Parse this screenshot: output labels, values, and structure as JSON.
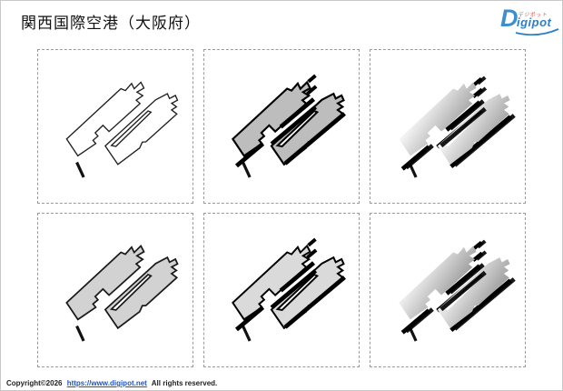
{
  "page": {
    "title": "関西国際空港（大阪府）"
  },
  "logo": {
    "d": "D",
    "rest": "igipot",
    "katakana": "デジポット",
    "blue": "#2f7fc0",
    "red": "#e04338"
  },
  "panels": [
    {
      "variant": "white-outline"
    },
    {
      "variant": "gray-fill-thick-runways"
    },
    {
      "variant": "gradient-fill-shadow"
    },
    {
      "variant": "light-gray-outline"
    },
    {
      "variant": "light-gray-thick-runways"
    },
    {
      "variant": "gradient-fill-shadow-2"
    }
  ],
  "footer": {
    "copyright": "Copyright©2026",
    "link": "https://www.digipot.net",
    "rights": "All rights reserved."
  },
  "colors": {
    "panel_border": "#9a9a9a",
    "page_border": "#c9c9c9",
    "solid_mid_gray": "#bdbdbd",
    "solid_light_gray": "#d2d2d2",
    "solid_lighter_gray": "#dadada",
    "gradient_from": "#ffffff",
    "gradient_to": "#9e9e9e",
    "ink": "#000000"
  }
}
